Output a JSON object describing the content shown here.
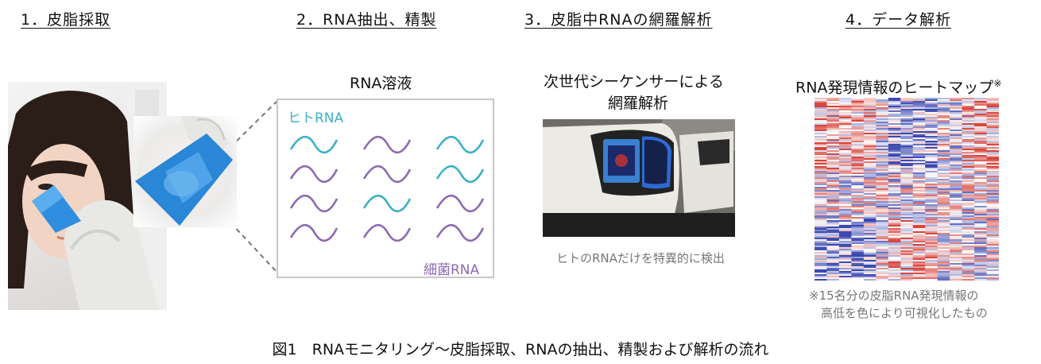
{
  "steps": [
    {
      "heading": "1．皮脂採取"
    },
    {
      "heading": "2．RNA抽出、精製",
      "subtitle": "RNA溶液"
    },
    {
      "heading": "3．皮脂中RNAの網羅解析",
      "subtitle_line1": "次世代シーケンサーによる",
      "subtitle_line2": "網羅解析",
      "caption": "ヒトのRNAだけを特異的に検出"
    },
    {
      "heading": "4．データ解析",
      "subtitle": "RNA発現情報のヒートマップ",
      "subtitle_mark": "※",
      "caption_line1": "※15名分の皮脂RNA発現情報の",
      "caption_line2": "高低を色により可視化したもの"
    }
  ],
  "rna_box": {
    "human_label": "ヒトRNA",
    "bacteria_label": "細菌RNA",
    "human_color": "#3bb0c7",
    "bacteria_color": "#8d6ab0"
  },
  "heatmap_colors": {
    "high": "#d9453c",
    "low": "#3a48b0",
    "neutral": "#ffffff"
  },
  "figure_caption": "図1　RNAモニタリング～皮脂採取、RNAの抽出、精製および解析の流れ"
}
